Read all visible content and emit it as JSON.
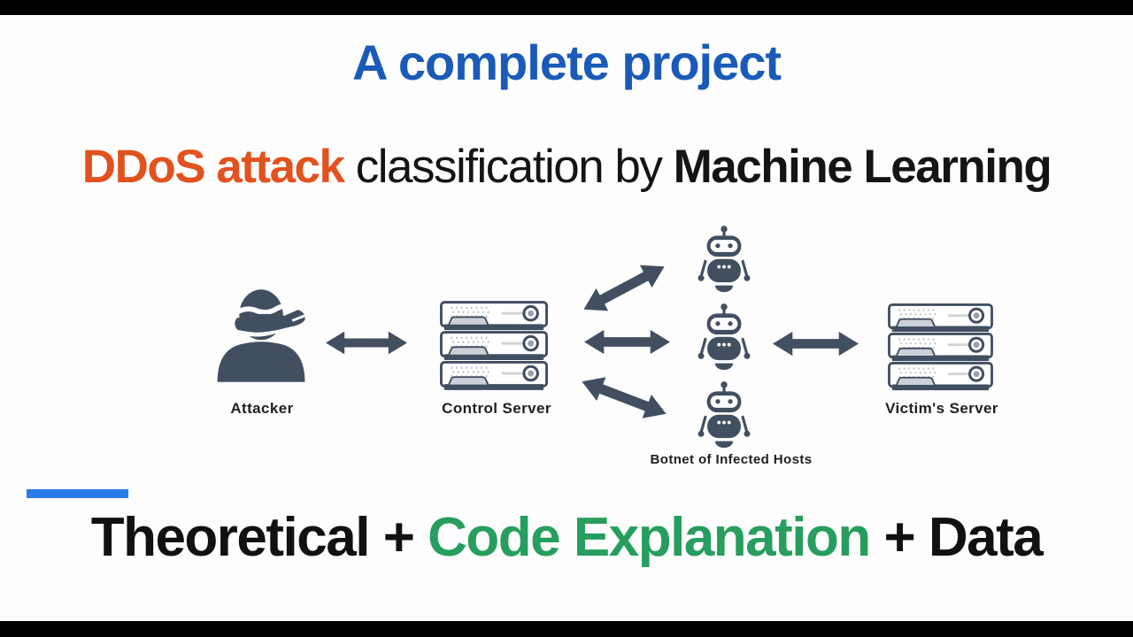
{
  "banner": {
    "title": "A complete project",
    "heading_segments": [
      {
        "text": "DDoS attack ",
        "style": "orange-bold"
      },
      {
        "text": "classification by ",
        "style": "light"
      },
      {
        "text": "Machine Learning",
        "style": "bold"
      }
    ]
  },
  "diagram": {
    "nodes": [
      {
        "label": "Attacker",
        "icon": "masked-hacker-icon"
      },
      {
        "label": "Control Server",
        "icon": "server-stack-icon"
      },
      {
        "label": "Botnet of Infected Hosts",
        "icon": "robot-icon",
        "count": 3
      },
      {
        "label": "Victim's Server",
        "icon": "server-stack-icon"
      }
    ],
    "connection_icon": "double-headed-arrow-icon",
    "connections": [
      "attacker-to-control-server",
      "control-server-to-bot-top",
      "control-server-to-bot-middle",
      "control-server-to-bot-bottom",
      "bot-middle-to-victim-server"
    ]
  },
  "footer": {
    "segments": [
      {
        "text": "Theoretical + ",
        "color": "#111111"
      },
      {
        "text": "Code Explanation",
        "color": "#279e5e"
      },
      {
        "text": " + Data",
        "color": "#111111"
      }
    ]
  },
  "colors": {
    "title_blue": "#1a5ab8",
    "heading_orange": "#e2521e",
    "tagline_green": "#279e5e",
    "icon_slate": "#424f61",
    "divider_blue": "#2a7be8",
    "letterbox_black": "#000000",
    "background": "#fdfdfd"
  }
}
